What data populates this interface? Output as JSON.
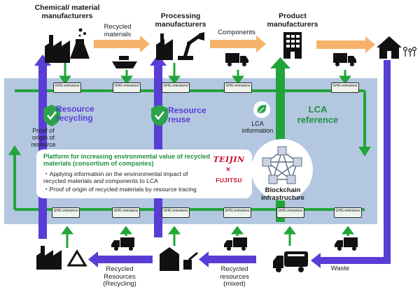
{
  "colors": {
    "platform_band": "#b3c7e0",
    "loop_green": "#22a43a",
    "forward_orange": "#f6b26b",
    "return_purple": "#5a3dd6",
    "lca_green": "#1e9140",
    "logo_red": "#c8102e"
  },
  "actors": {
    "chemical": "Chemical/ material manufacturers",
    "processing": "Processing manufacturers",
    "product": "Product manufacturers"
  },
  "flows": {
    "recycled_materials": "Recycled materials",
    "components": "Components",
    "recycled_resources_recycling": "Recycled Resources (Recycling)",
    "recycled_resources_mixed": "Recycled resources (mixed)",
    "waste": "Waste"
  },
  "labels": {
    "resource_recycling": "Resource recycling",
    "resource_reuse": "Resource reuse",
    "proof_of_origin": "Proof of origin of resource",
    "lca_information": "LCA information",
    "lca_reference": "LCA reference",
    "blockchain": "Blockchain infrastructure"
  },
  "platform": {
    "title": "Platform for increasing environmental value of recycled materials (consortium of companies)",
    "bullet1": "・Applying information on the environmental impact of recycled materials and components to LCA",
    "bullet2": "・Proof of origin of recycled materials by resource tracing",
    "logo_teijin": "TEIJIN",
    "logo_x": "×",
    "logo_fujitsu": "FUJITSU"
  },
  "ghs_label": "GHG emissions",
  "icons": [
    "factory-icon",
    "flask-icon",
    "robot-arm-icon",
    "ship-icon",
    "truck-icon",
    "office-building-icon",
    "house-icon",
    "family-icon",
    "garbage-truck-icon",
    "recycle-icon",
    "shield-check-icon",
    "leaf-icon",
    "blockchain-network-icon",
    "sorting-plant-icon"
  ]
}
